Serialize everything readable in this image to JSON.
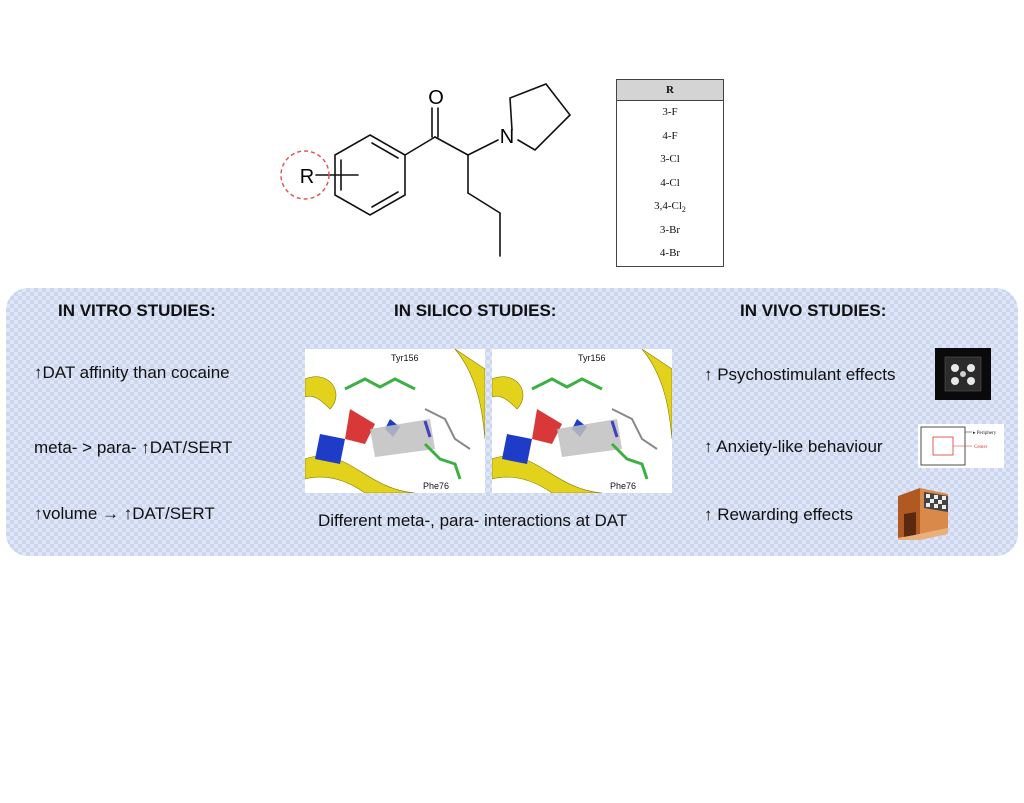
{
  "structure": {
    "oxygen_label": "O",
    "nitrogen_label": "N",
    "r_label": "R"
  },
  "r_table": {
    "header": "R",
    "rows": [
      "3-F",
      "4-F",
      "3-Cl",
      "4-Cl",
      "3,4-Cl",
      "3-Br",
      "4-Br"
    ],
    "subscript_row_4": "2"
  },
  "in_vitro": {
    "heading": "IN VITRO STUDIES:",
    "items": [
      "↑DAT affinity than cocaine",
      "meta- > para- ↑DAT/SERT",
      "↑volume → ↑DAT/SERT"
    ]
  },
  "in_silico": {
    "heading": "IN SILICO STUDIES:",
    "residue_top": "Tyr156",
    "residue_bottom": "Phe76",
    "caption": "Different meta-, para- interactions at DAT"
  },
  "in_vivo": {
    "heading": "IN VIVO STUDIES:",
    "items": [
      "↑ Psychostimulant effects",
      "↑ Anxiety-like behaviour",
      "↑ Rewarding effects"
    ],
    "open_field_labels": [
      "▸ Periphery",
      "Center"
    ]
  },
  "colors": {
    "panel_bg": "#dfe6f6",
    "dashed_circle": "#e05050",
    "helix_yellow": "#e3d21c",
    "sheet_red": "#d83838",
    "density_blue": "#1e3cc8",
    "ligand_green": "#3cb043"
  }
}
